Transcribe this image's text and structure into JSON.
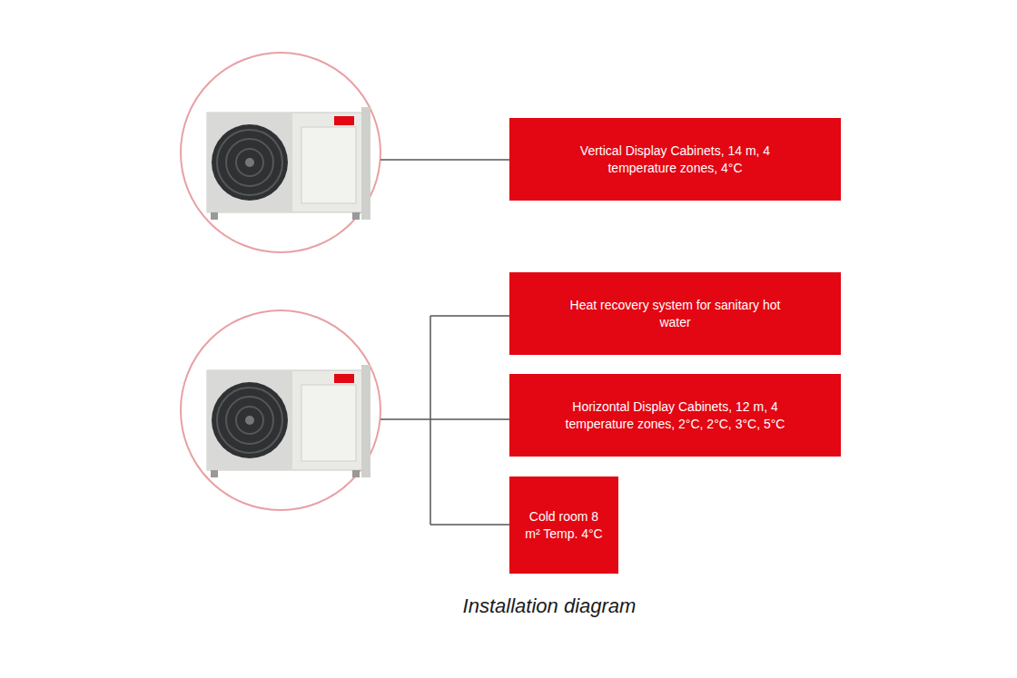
{
  "diagram": {
    "caption": "Installation diagram",
    "nodes": [
      {
        "text": [
          "Vertical Display Cabinets, 14 m, 4 temperature zones, 4°C"
        ]
      },
      {
        "text": [
          "Heat recovery system for sanitary hot water"
        ]
      },
      {
        "text": [
          "Horizontal Display Cabinets, 12 m, 4 temperature zones, 2°C, 2°C, 3°C, 5°C"
        ]
      },
      {
        "text": [
          "Cold room 8 m² Temp. 4°C"
        ]
      }
    ]
  }
}
